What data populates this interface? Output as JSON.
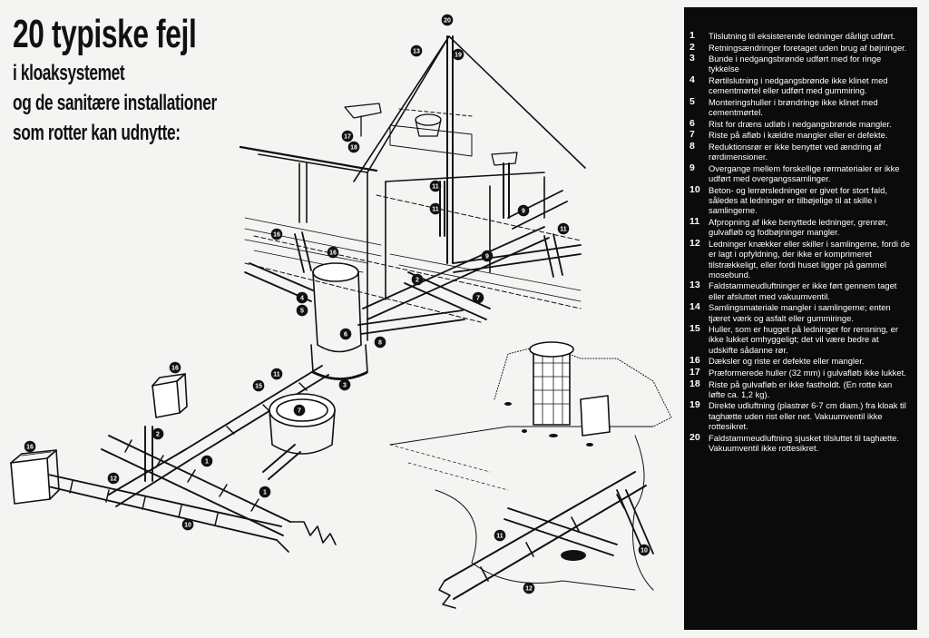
{
  "title": {
    "line1": "20 typiske fejl",
    "line2": "i kloaksystemet",
    "line3": "og de sanitære installationer",
    "line4": "som rotter kan udnytte:"
  },
  "markers": [
    "20",
    "19",
    "13",
    "17",
    "18",
    "11",
    "9",
    "11",
    "11",
    "9",
    "16",
    "16",
    "4",
    "5",
    "2",
    "6",
    "7",
    "8",
    "16",
    "11",
    "15",
    "3",
    "7",
    "2",
    "1",
    "1",
    "16",
    "12",
    "10",
    "11",
    "12",
    "10"
  ],
  "legend": [
    {
      "num": "1",
      "text": "Tilslutning til eksisterende ledninger dårligt udført."
    },
    {
      "num": "2",
      "text": "Retningsændringer foretaget uden brug af bøjninger."
    },
    {
      "num": "3",
      "text": "Bunde i nedgangsbrønde udført med for ringe tykkelse"
    },
    {
      "num": "4",
      "text": "Rørtilslutning i nedgangsbrønde ikke klinet med cementmørtel eller udført med gummiring."
    },
    {
      "num": "5",
      "text": "Monteringshuller i brøndringe ikke klinet med cementmørtel."
    },
    {
      "num": "6",
      "text": "Rist for dræns udløb i nedgangsbrønde mangler."
    },
    {
      "num": "7",
      "text": "Riste på afløb i kældre mangler eller er defekte."
    },
    {
      "num": "8",
      "text": "Reduktionsrør er ikke benyttet ved ændring af rørdimensioner."
    },
    {
      "num": "9",
      "text": "Overgange mellem forskellige rørmaterialer er ikke udført med overgangssamlinger."
    },
    {
      "num": "10",
      "text": "Beton- og lerrørsledninger er givet for stort fald, således at ledninger er tilbøjelige til at skille i samlingerne."
    },
    {
      "num": "11",
      "text": "Afpropning af ikke benyttede ledninger, grenrør, gulvafløb og fodbøjninger mangler."
    },
    {
      "num": "12",
      "text": "Ledninger knækker eller skiller i samlingerne, fordi de er lagt i opfyldning, der ikke er komprimeret tilstrækkeligt, eller fordi huset ligger på gammel mosebund."
    },
    {
      "num": "13",
      "text": "Faldstammeudluftninger er ikke ført gennem taget eller afsluttet med vakuumventil."
    },
    {
      "num": "14",
      "text": "Samlingsmateriale mangler i samlingerne; enten tjæret værk og asfalt eller gummiringe."
    },
    {
      "num": "15",
      "text": "Huller, som er hugget på ledninger for rensning, er ikke lukket omhyggeligt; det vil være bedre at udskifte sådanne rør."
    },
    {
      "num": "16",
      "text": "Dæksler og riste er defekte eller mangler."
    },
    {
      "num": "17",
      "text": "Præformerede huller (32 mm) i gulvafløb ikke lukket."
    },
    {
      "num": "18",
      "text": "Riste på gulvafløb er ikke fastholdt. (En rotte kan løfte ca. 1,2 kg)."
    },
    {
      "num": "19",
      "text": "Direkte udluftning (plastrør 6-7 cm diam.) fra kloak til taghætte uden rist eller net. Vakuumventil ikke rottesikret."
    },
    {
      "num": "20",
      "text": "Faldstammeudluftning sjusket tilsluttet til taghætte. Vakuumventil ikke rottesikret."
    }
  ]
}
